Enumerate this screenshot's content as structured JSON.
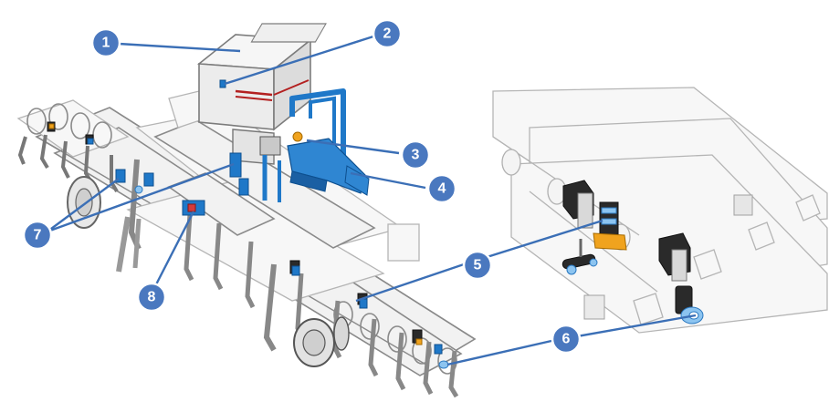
{
  "callouts": [
    {
      "number": "1"
    },
    {
      "number": "2"
    },
    {
      "number": "3"
    },
    {
      "number": "4"
    },
    {
      "number": "5"
    },
    {
      "number": "6"
    },
    {
      "number": "7"
    },
    {
      "number": "8"
    }
  ],
  "colors": {
    "callout_fill": "#4a78bf",
    "leader_line": "#3b6fb6",
    "highlight_blue": "#1f78c8",
    "valve_orange": "#f0a31e"
  }
}
